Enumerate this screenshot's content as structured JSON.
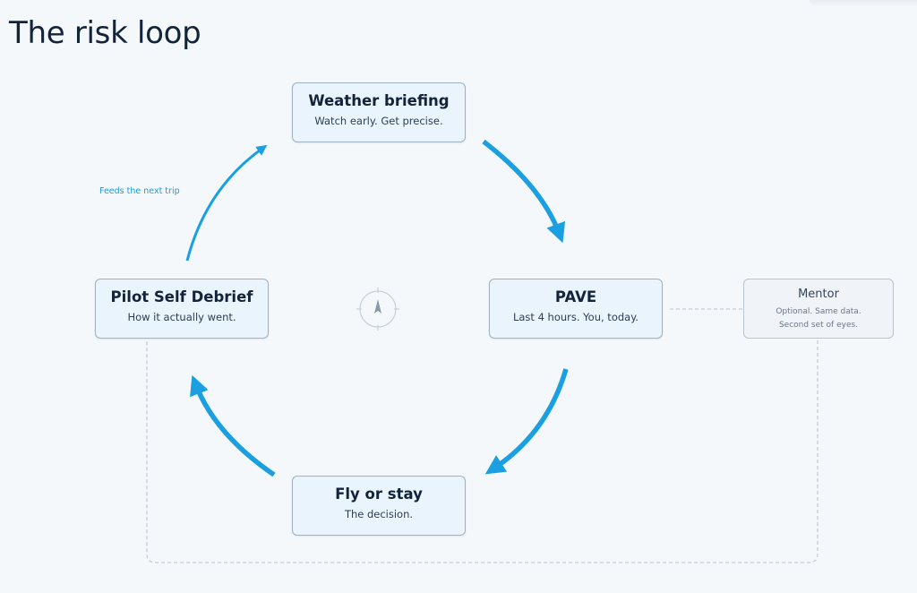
{
  "title": "The risk loop",
  "nodes": {
    "weather": {
      "title": "Weather briefing",
      "subtitle": "Watch early. Get precise."
    },
    "pave": {
      "title": "PAVE",
      "subtitle": "Last 4 hours. You, today."
    },
    "fly": {
      "title": "Fly or stay",
      "subtitle": "The decision."
    },
    "debrief": {
      "title": "Pilot Self Debrief",
      "subtitle": "How it actually went."
    },
    "mentor": {
      "title": "Mentor",
      "line1": "Optional. Same data.",
      "line2": "Second set of eyes."
    }
  },
  "edges": {
    "feeds_label": "Feeds the next trip"
  },
  "center_icon": "compass-icon",
  "colors": {
    "accent": "#1a9fe0",
    "node_fill": "#e9f4fc",
    "node_border": "#9fb0c1",
    "mentor_fill": "#f0f3f7",
    "dashed_line": "#c3ccd6",
    "background": "#f5f8fb",
    "title_text": "#13233a"
  }
}
